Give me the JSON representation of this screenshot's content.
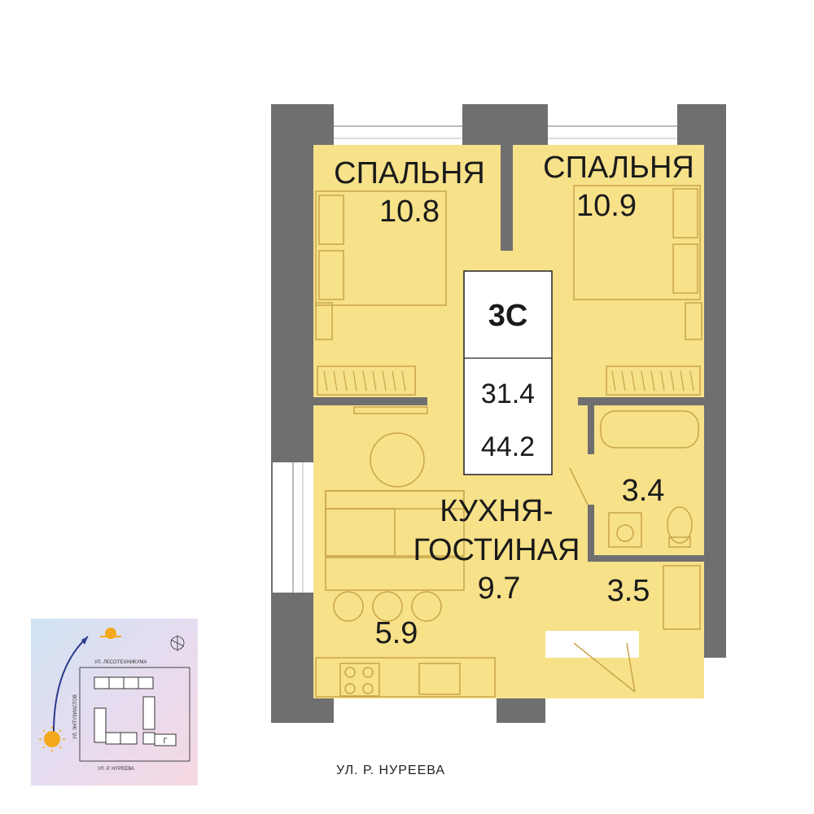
{
  "apartment": {
    "type_code": "3С",
    "living_area": "31.4",
    "total_area": "44.2"
  },
  "rooms": {
    "bedroom_left": {
      "name": "СПАЛЬНЯ",
      "area": "10.8"
    },
    "bedroom_right": {
      "name": "СПАЛЬНЯ",
      "area": "10.9"
    },
    "living": {
      "name_line1": "КУХНЯ-",
      "name_line2": "ГОСТИНАЯ",
      "area": "9.7"
    },
    "kitchen": {
      "area": "5.9"
    },
    "bathroom": {
      "area": "3.4"
    },
    "closet": {
      "area": "3.5"
    }
  },
  "street_bottom": "УЛ. Р. НУРЕЕВА",
  "site_plan": {
    "street_top": "УЛ. ЛЕСОТЕХНИКУМА",
    "street_left": "УЛ. ЭНТУЗИАСТОВ",
    "street_bottom": "УЛ. Р. НУРЕЕВА",
    "building_marker": "Г"
  },
  "colors": {
    "wall": "#6f6f6f",
    "floor": "#f7e189",
    "furniture_stroke": "#c9a54a",
    "sun": "#f4a81c",
    "arrow": "#2b3a8c"
  }
}
